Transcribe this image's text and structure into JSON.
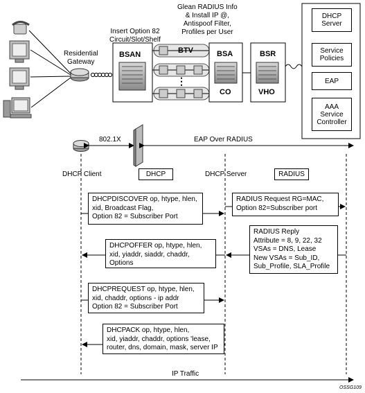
{
  "top": {
    "residential_gateway": "Residential\nGateway",
    "insert_option82": "Insert Option 82\nCircuit/Slot/Shelf",
    "glean_radius": "Glean RADIUS Info\n& Install IP @,\nAntispoof Filter,\nProfiles per User",
    "bsan": "BSAN",
    "btv": "BTV",
    "bsa": "BSA",
    "co": "CO",
    "bsr": "BSR",
    "vho": "VHO",
    "ellipsis": "⋮"
  },
  "servers": [
    "DHCP\nServer",
    "Service\nPolicies",
    "EAP",
    "AAA\nService\nController"
  ],
  "flow": {
    "label_8021x": "802.1X",
    "eap_over_radius": "EAP Over RADIUS",
    "dhcp_client": "DHCP Client",
    "dhcp": "DHCP",
    "dhcp_server": "DHCP Server",
    "radius": "RADIUS",
    "ip_traffic": "IP Traffic",
    "figure_id": "OSSG109"
  },
  "messages": {
    "discover": "DHCPDISCOVER op, htype, hlen,\nxid, Broadcast Flag,\nOption 82 = Subscriber Port",
    "radius_request": "RADIUS Request RG=MAC,\nOption 82=Subscriber port",
    "radius_reply": "RADIUS Reply\nAttribute = 8, 9, 22, 32\nVSAs = DNS, Lease\nNew VSAs = Sub_ID,\nSub_Profile, SLA_Profile",
    "offer": "DHCPOFFER op, htype, hlen,\nxid, yiaddr, siaddr, chaddr,\nOptions",
    "request": "DHCPREQUEST op, htype, hlen,\nxid, chaddr, options - ip addr\nOption 82 = Subscriber Port",
    "ack": "DHCPACK op, htype, hlen,\nxid, yiaddr, chaddr, options 'lease,\nrouter, dns, domain, mask, server IP"
  }
}
